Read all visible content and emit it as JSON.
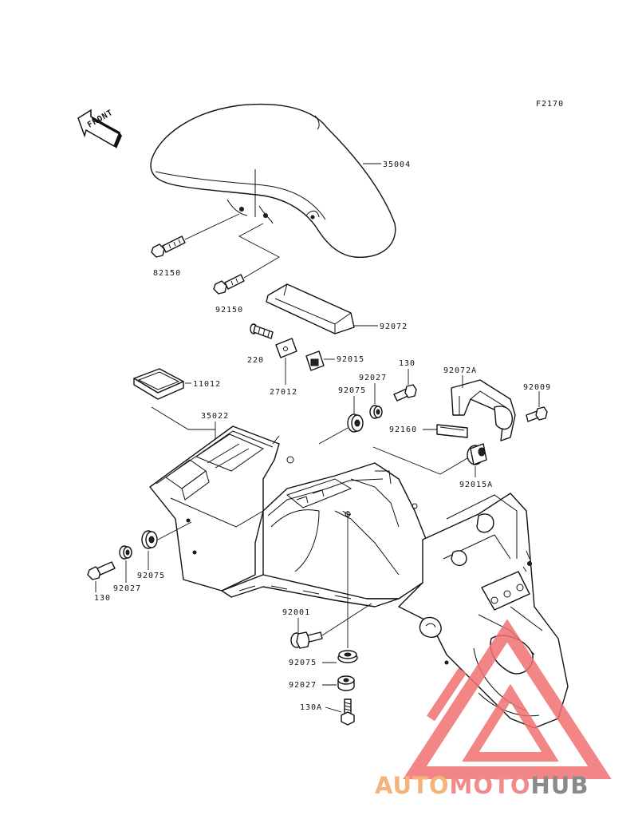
{
  "diagram": {
    "figure_code": "F2170",
    "front_label": "FRONT",
    "part_labels": [
      "35004",
      "82150",
      "92150",
      "92072",
      "220",
      "92015",
      "27012",
      "11012",
      "35022",
      "92075",
      "92027",
      "130",
      "92072A",
      "92009",
      "92160",
      "92015A",
      "92075",
      "92027",
      "130",
      "92001",
      "92075",
      "92027",
      "130A"
    ]
  },
  "watermark": {
    "part1": "AUTO",
    "part2": "MOTO",
    "part3": "HUB",
    "colors": {
      "auto": "#f4b37a",
      "moto": "#f08b8b",
      "hub": "#8a8a8a",
      "triangle": "#f07070"
    }
  }
}
